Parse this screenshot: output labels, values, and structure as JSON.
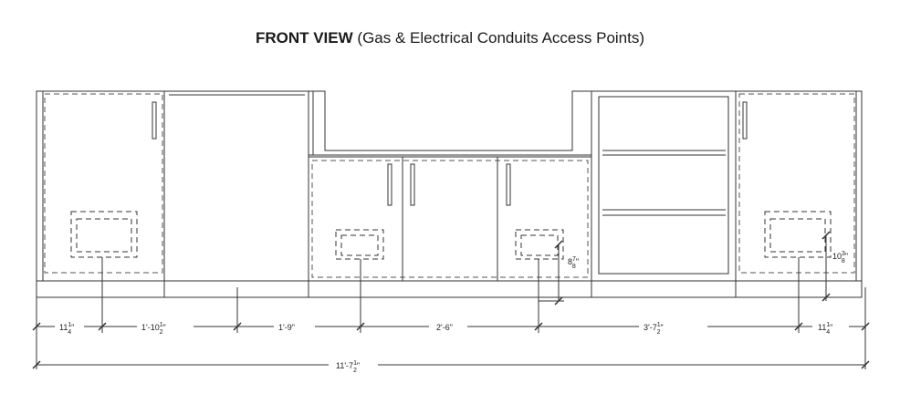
{
  "title": {
    "bold": "FRONT VIEW",
    "rest": "(Gas & Electrical Conduits Access Points)"
  },
  "dimensions": {
    "seg1": {
      "whole": "11",
      "num": "1",
      "den": "4",
      "unit": "\""
    },
    "seg2": {
      "whole": "1'-10",
      "num": "1",
      "den": "2",
      "unit": "\""
    },
    "seg3": {
      "whole": "1'-9\""
    },
    "seg4": {
      "whole": "2'-6\""
    },
    "seg5": {
      "whole": "3'-7",
      "num": "1",
      "den": "2",
      "unit": "\""
    },
    "seg6": {
      "whole": "11",
      "num": "1",
      "den": "4",
      "unit": "\""
    },
    "total": {
      "whole": "11'-7",
      "num": "1",
      "den": "2",
      "unit": "\""
    },
    "vert1": {
      "whole": "8",
      "num": "7",
      "den": "8",
      "unit": "\""
    },
    "vert2": {
      "whole": "10",
      "num": "3",
      "den": "8",
      "unit": "\""
    }
  },
  "colors": {
    "line": "#333333",
    "dash": "#555555"
  }
}
